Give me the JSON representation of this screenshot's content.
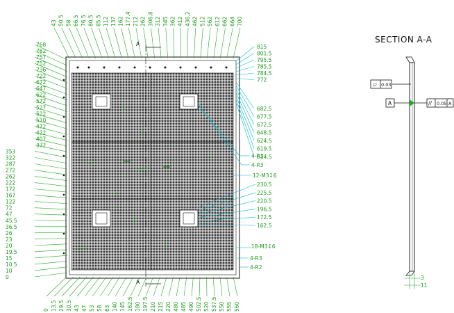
{
  "section_title": "SECTION A-A",
  "section_marker": "A",
  "top_dims": [
    "43",
    "50.5",
    "58",
    "66.5",
    "76.5",
    "80.5",
    "85.5",
    "112",
    "137",
    "162",
    "177.4",
    "212",
    "262",
    "306.8",
    "312",
    "345",
    "362",
    "412",
    "436.2",
    "462",
    "512",
    "562",
    "612",
    "662",
    "664",
    "700"
  ],
  "bottom_dims": [
    "0",
    "13.5",
    "29.5",
    "30.5",
    "43",
    "47",
    "53",
    "58",
    "63",
    "140",
    "145",
    "162.5",
    "180",
    "197.5",
    "210",
    "215",
    "220",
    "480",
    "485",
    "490",
    "502.5",
    "520",
    "537.5",
    "550",
    "555",
    "560"
  ],
  "left_dims": [
    "768",
    "762",
    "757",
    "752",
    "736",
    "722",
    "672",
    "647",
    "622",
    "572",
    "527",
    "522",
    "510",
    "472",
    "422",
    "407",
    "372",
    "353",
    "322",
    "287",
    "272",
    "262",
    "222",
    "172",
    "167",
    "122",
    "72",
    "47",
    "45.5",
    "36.5",
    "26",
    "23",
    "20",
    "19.5",
    "15",
    "10.5",
    "10",
    "0"
  ],
  "right_dims": [
    "815",
    "801.5",
    "795.5",
    "785.5",
    "784.5",
    "772",
    "682.5",
    "677.5",
    "672.5",
    "648.5",
    "624.5",
    "619.5",
    "614.5",
    "230.5",
    "225.5",
    "220.5",
    "196.5",
    "172.5",
    "162.5"
  ],
  "notes": [
    "4-R3",
    "4-R3",
    "12-M3↧6",
    "18-M3↧6",
    "4-R3",
    "4-R2"
  ],
  "tolerances": {
    "flatness_symbol": "⏥",
    "flatness_value": "0.03",
    "datum": "A",
    "parallel_symbol": "//",
    "parallel_value": "0.05",
    "parallel_datum": "A"
  },
  "section_dims": [
    "3",
    "11"
  ],
  "colors": {
    "dimension": "#1a9a1a",
    "leader": "#00b8c8",
    "outline": "#111111",
    "grid": "#333333"
  }
}
